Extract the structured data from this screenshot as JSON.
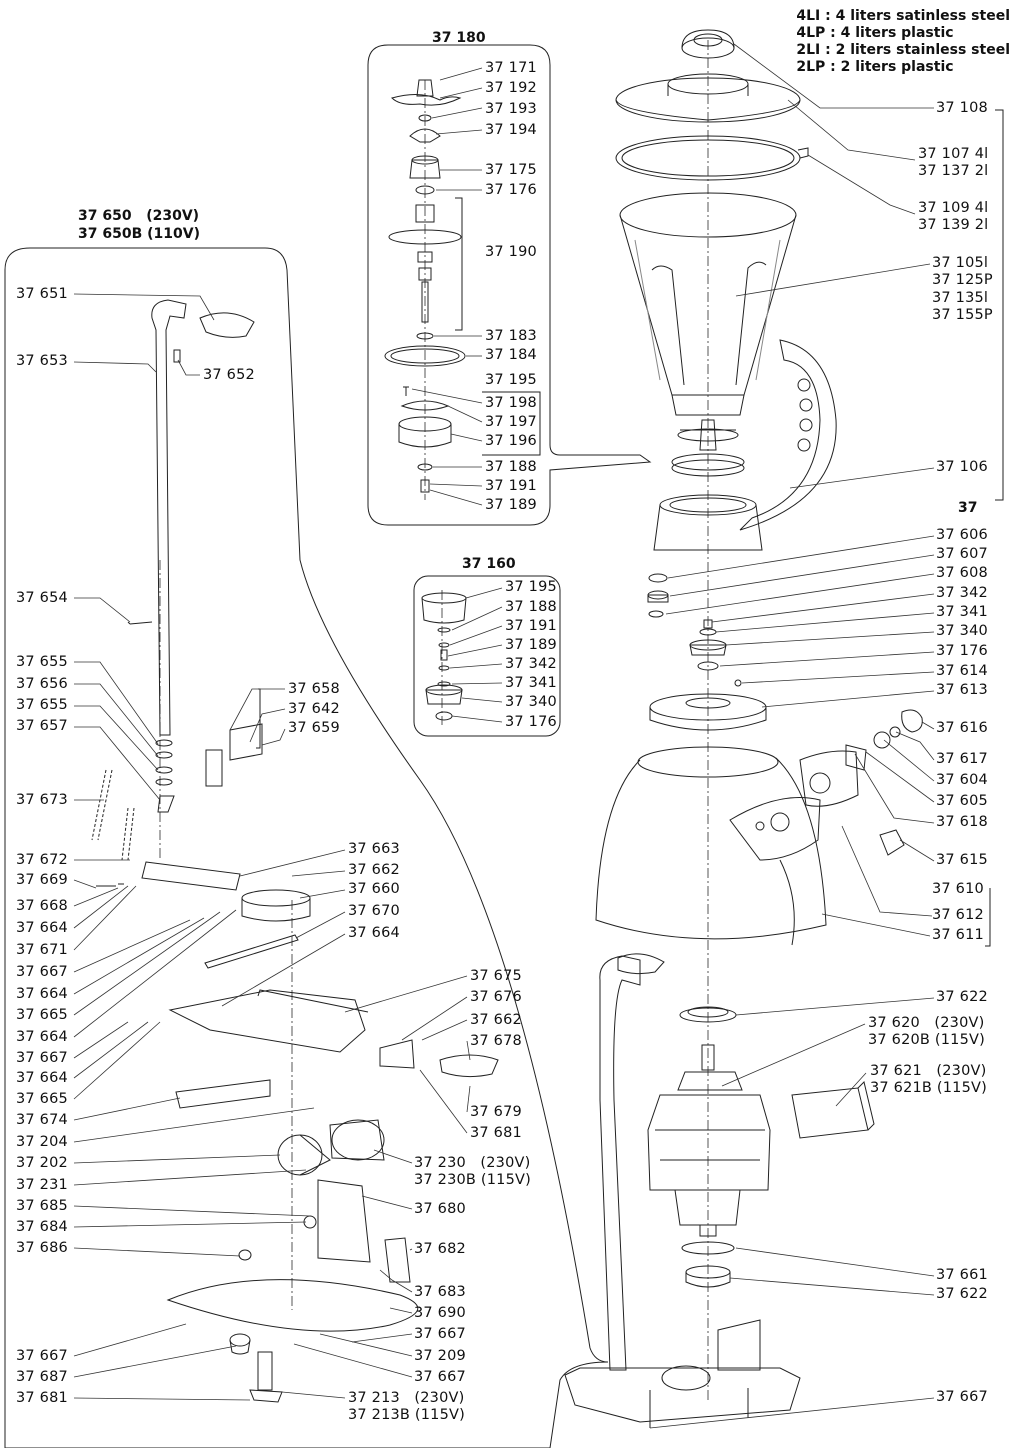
{
  "legend": [
    "4LI : 4 liters satinless steel",
    "4LP : 4 liters plastic",
    "2LI : 2 liters stainless steel",
    "2LP : 2 liters plastic"
  ],
  "assemblies": {
    "a37180": "37 180",
    "a37160": "37 160",
    "a37650": "37 650   (230V)",
    "a37650b": "37 650B (110V)",
    "a37": "37"
  },
  "labels": {
    "l37171": "37 171",
    "l37192": "37 192",
    "l37193": "37 193",
    "l37194": "37 194",
    "l37175": "37 175",
    "l37176a": "37 176",
    "l37190": "37 190",
    "l37183": "37 183",
    "l37184": "37 184",
    "l37195a": "37 195",
    "l37198": "37 198",
    "l37197": "37 197",
    "l37196": "37 196",
    "l37188a": "37 188",
    "l37191a": "37 191",
    "l37189a": "37 189",
    "l37195b": "37 195",
    "l37188b": "37 188",
    "l37191b": "37 191",
    "l37189b": "37 189",
    "l37342b": "37 342",
    "l37341b": "37 341",
    "l37340b": "37 340",
    "l37176b": "37 176",
    "l37108": "37 108",
    "l37107a": "37 107 4l",
    "l37107b": "37 137 2l",
    "l37109a": "37 109 4l",
    "l37109b": "37 139 2l",
    "l37105a": "37 105l",
    "l37105b": "37 125P",
    "l37105c": "37 135l",
    "l37105d": "37 155P",
    "l37106": "37 106",
    "l37606": "37 606",
    "l37607": "37 607",
    "l37608": "37 608",
    "l37342r": "37 342",
    "l37341r": "37 341",
    "l37340r": "37 340",
    "l37176r": "37 176",
    "l37614": "37 614",
    "l37613": "37 613",
    "l37616": "37 616",
    "l37617": "37 617",
    "l37604": "37 604",
    "l37605": "37 605",
    "l37618": "37 618",
    "l37615": "37 615",
    "l37610": "37 610",
    "l37612": "37 612",
    "l37611": "37 611",
    "l37622a": "37 622",
    "l37620a": "37 620   (230V)",
    "l37620b": "37 620B (115V)",
    "l37621a": "37 621   (230V)",
    "l37621b": "37 621B (115V)",
    "l37661": "37 661",
    "l37622b": "37 622",
    "l37667r": "37 667",
    "l37651": "37 651",
    "l37653": "37 653",
    "l37652": "37 652",
    "l37654": "37 654",
    "l37655a": "37 655",
    "l37656": "37 656",
    "l37655b": "37 655",
    "l37657": "37 657",
    "l37658": "37 658",
    "l37642": "37 642",
    "l37659": "37 659",
    "l37673": "37 673",
    "l37672": "37 672",
    "l37663": "37 663",
    "l37669": "37 669",
    "l37662a": "37 662",
    "l37668": "37 668",
    "l37660": "37 660",
    "l37664a": "37 664",
    "l37670": "37 670",
    "l37671": "37 671",
    "l37664b": "37 664",
    "l37667a": "37 667",
    "l37664c": "37 664",
    "l37665a": "37 665",
    "l37664d": "37 664",
    "l37667b": "37 667",
    "l37664e": "37 664",
    "l37665b": "37 665",
    "l37675": "37 675",
    "l37676": "37 676",
    "l37662b": "37 662",
    "l37678": "37 678",
    "l37679": "37 679",
    "l37681a": "37 681",
    "l37674": "37 674",
    "l37204": "37 204",
    "l37202": "37 202",
    "l37231": "37 231",
    "l37230a": "37 230   (230V)",
    "l37230b": "37 230B (115V)",
    "l37685": "37 685",
    "l37680": "37 680",
    "l37684": "37 684",
    "l37686": "37 686",
    "l37682": "37 682",
    "l37683": "37 683",
    "l37690": "37 690",
    "l37667c": "37 667",
    "l37667d": "37 667",
    "l37209": "37 209",
    "l37687": "37 687",
    "l37667e": "37 667",
    "l37681b": "37 681",
    "l37213a": "37 213   (230V)",
    "l37213b": "37 213B (115V)"
  }
}
